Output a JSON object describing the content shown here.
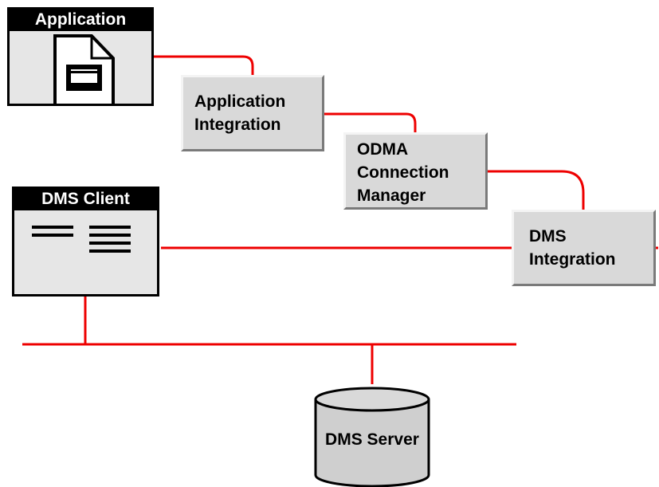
{
  "nodes": {
    "application": {
      "title": "Application"
    },
    "app_integration": {
      "line1": "Application",
      "line2": "Integration"
    },
    "odma_manager": {
      "line1": "ODMA",
      "line2": "Connection",
      "line3": "Manager"
    },
    "dms_integration": {
      "line1": "DMS",
      "line2": "Integration"
    },
    "dms_client": {
      "title": "DMS Client"
    },
    "dms_server": {
      "label": "DMS Server"
    }
  },
  "icons": {
    "application": "document-icon",
    "dms_client": "text-lines-icon",
    "dms_server": "database-cylinder-icon"
  },
  "colors": {
    "connector": "#ee0000",
    "box_fill": "#d9d9d9",
    "window_fill": "#e6e6e6",
    "title_bar": "#000000"
  }
}
